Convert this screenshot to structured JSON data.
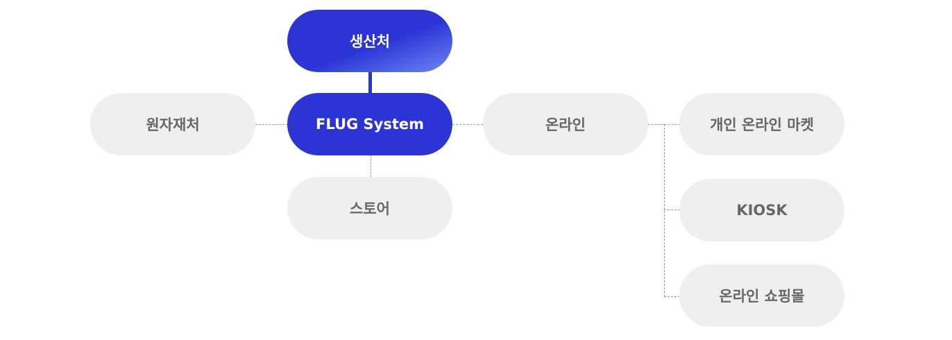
{
  "diagram": {
    "nodes": {
      "producer": "생산처",
      "core": "FLUG System",
      "raw_material": "원자재처",
      "store": "스토어",
      "online": "온라인",
      "personal_market": "개인 온라인 마켓",
      "kiosk": "KIOSK",
      "online_mall": "온라인 쇼핑몰"
    },
    "edges": [
      {
        "from": "producer",
        "to": "core",
        "style": "solid"
      },
      {
        "from": "raw_material",
        "to": "core",
        "style": "dashed"
      },
      {
        "from": "core",
        "to": "store",
        "style": "dashed"
      },
      {
        "from": "core",
        "to": "online",
        "style": "dashed"
      },
      {
        "from": "online",
        "to": "personal_market",
        "style": "dashed"
      },
      {
        "from": "online",
        "to": "kiosk",
        "style": "dashed"
      },
      {
        "from": "online",
        "to": "online_mall",
        "style": "dashed"
      }
    ],
    "colors": {
      "primary": "#2b35d6",
      "gradient_end": "#6d86f5",
      "node_gray": "#efefef",
      "text_gray": "#666666",
      "connector": "#9a9a9a"
    }
  }
}
